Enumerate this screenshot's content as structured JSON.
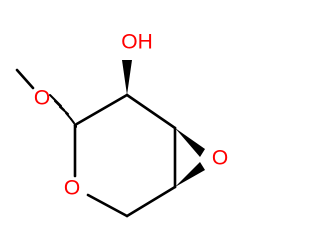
{
  "molecule": {
    "atoms": {
      "hydroxyl": "OH",
      "epoxide_oxygen": "O",
      "ring_oxygen": "O",
      "methoxy_oxygen": "O"
    },
    "colors": {
      "bond": "#000000",
      "oxygen": "#ff0000"
    },
    "stereo_bonds": {
      "c2_methoxy": "hashed-wedge",
      "c3_hydroxyl": "wedge",
      "c4_epoxide_oxygen": "wedge",
      "c5_epoxide_oxygen": "wedge"
    }
  }
}
